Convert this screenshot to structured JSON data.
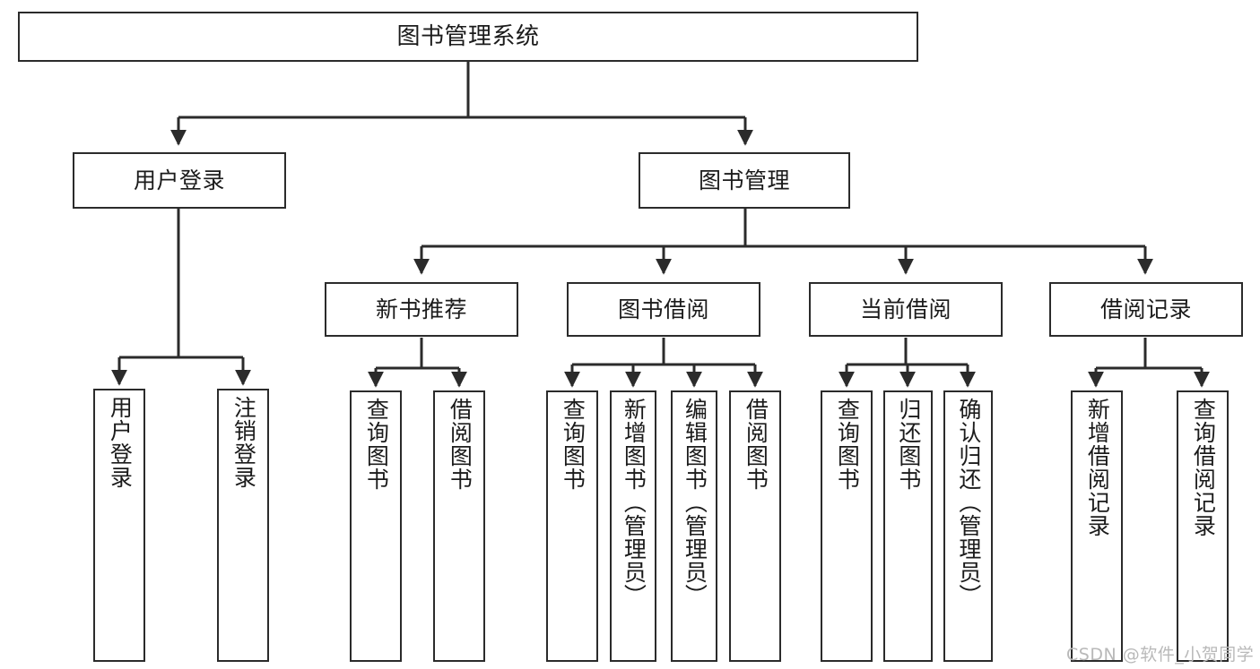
{
  "diagram": {
    "title": "图书管理系统",
    "type": "tree-hierarchy",
    "watermark": "CSDN @软件_小贺同学",
    "colors": {
      "stroke": "#2b2b2b",
      "box_fill": "#ffffff",
      "text": "#1b1b1b",
      "background": "#ffffff",
      "watermark": "#b9b9b9"
    },
    "root": {
      "label": "图书管理系统"
    },
    "level1": [
      {
        "label": "用户登录"
      },
      {
        "label": "图书管理"
      }
    ],
    "level2": [
      {
        "label": "新书推荐"
      },
      {
        "label": "图书借阅"
      },
      {
        "label": "当前借阅"
      },
      {
        "label": "借阅记录"
      }
    ],
    "leaves": {
      "user_login": [
        {
          "label": "用户登录"
        },
        {
          "label": "注销登录"
        }
      ],
      "new_book_recommend": [
        {
          "label": "查询图书"
        },
        {
          "label": "借阅图书"
        }
      ],
      "book_borrow": [
        {
          "label": "查询图书"
        },
        {
          "label": "新增图书（管理员）"
        },
        {
          "label": "编辑图书（管理员）"
        },
        {
          "label": "借阅图书"
        }
      ],
      "current_borrow": [
        {
          "label": "查询图书"
        },
        {
          "label": "归还图书"
        },
        {
          "label": "确认归还（管理员）"
        }
      ],
      "borrow_record": [
        {
          "label": "新增借阅记录"
        },
        {
          "label": "查询借阅记录"
        }
      ]
    }
  }
}
